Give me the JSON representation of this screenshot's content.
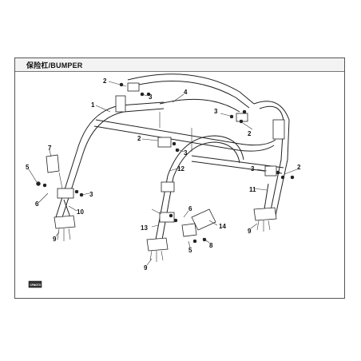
{
  "header": {
    "title": "保险杠/BUMPER"
  },
  "callouts": [
    "1",
    "2",
    "2",
    "2",
    "2",
    "3",
    "3",
    "3",
    "3",
    "3",
    "4",
    "5",
    "5",
    "6",
    "6",
    "7",
    "8",
    "9",
    "9",
    "9",
    "10",
    "11",
    "12",
    "13",
    "14"
  ],
  "logo": {
    "text": "CFMOTO"
  }
}
